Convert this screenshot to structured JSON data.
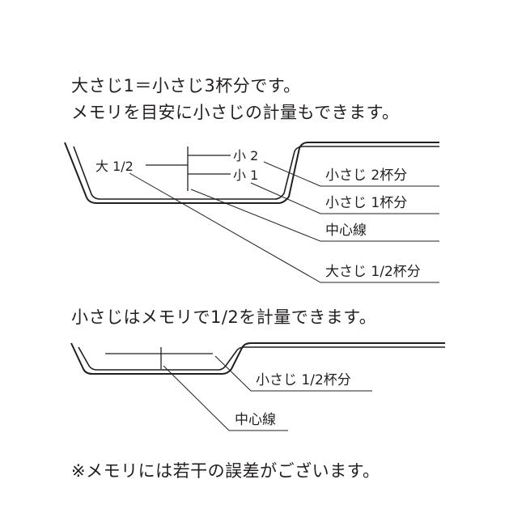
{
  "intro": {
    "line1": "大さじ1＝小さじ3杯分です。",
    "line2": "メモリを目安に小さじの計量もできます。"
  },
  "large_spoon": {
    "marks": {
      "small2": "小 2",
      "small1": "小 1",
      "large_half": "大 1/2"
    },
    "labels": {
      "small2": "小さじ 2杯分",
      "small1": "小さじ 1杯分",
      "center": "中心線",
      "large_half": "大さじ 1/2杯分"
    }
  },
  "small_spoon": {
    "caption": "小さじはメモリで1/2を計量できます。",
    "labels": {
      "small_half": "小さじ 1/2杯分",
      "center": "中心線"
    }
  },
  "note": "※メモリには若干の誤差がございます。"
}
